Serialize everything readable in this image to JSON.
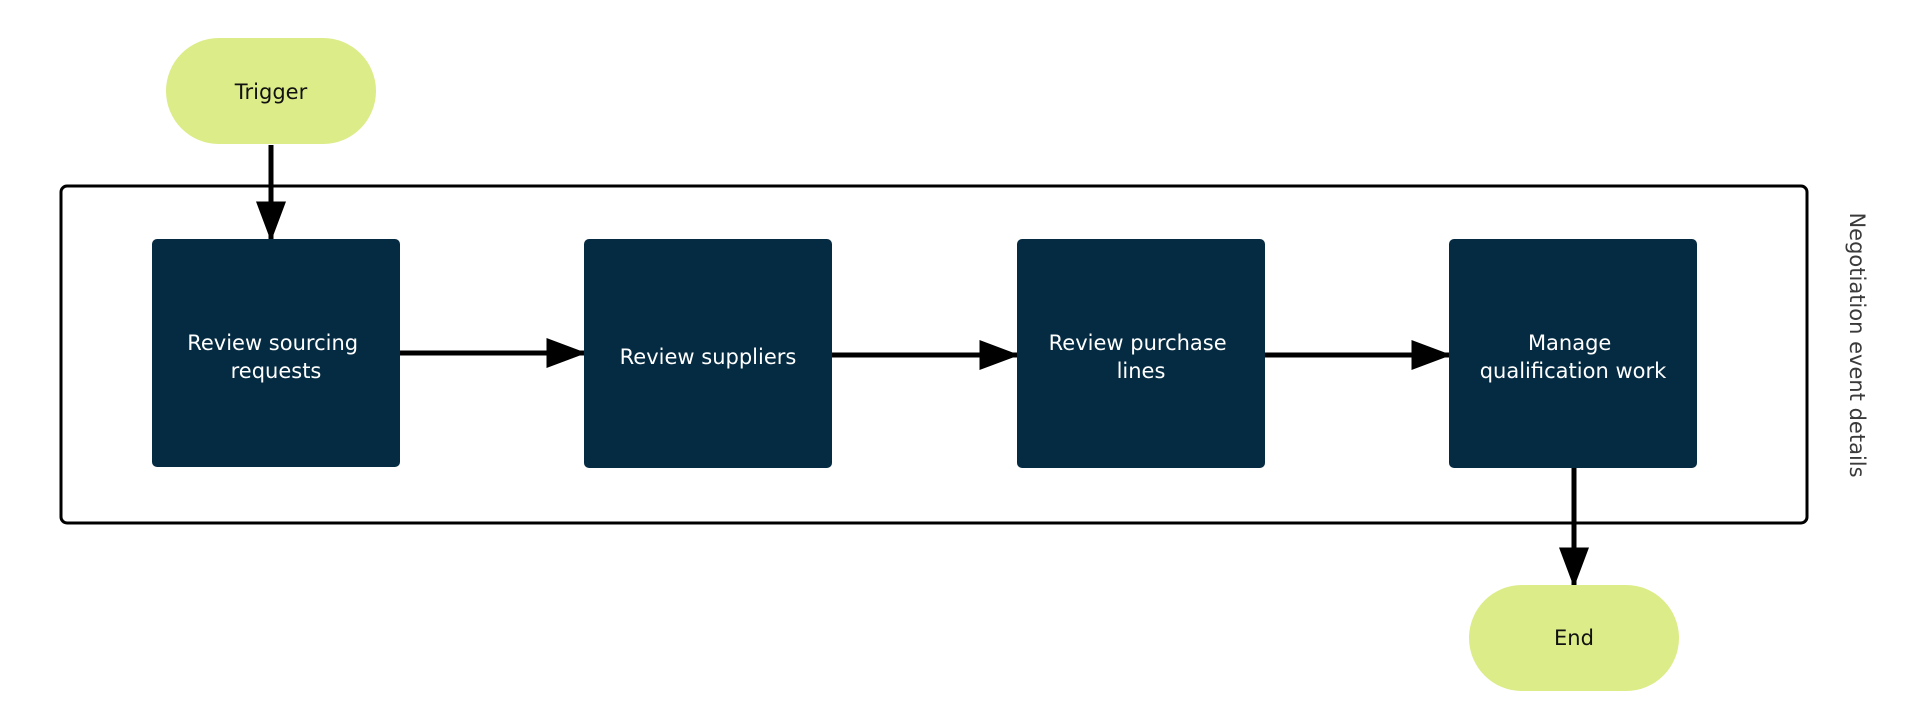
{
  "diagram": {
    "colors": {
      "terminal_fill": "#dcec88",
      "process_fill": "#052b42",
      "process_text": "#ffffff",
      "arrow": "#000000",
      "lane_border": "#000000",
      "lane_label": "#3a3a3a"
    },
    "swimlane": {
      "label": "Negotiation event details"
    },
    "terminals": {
      "start": {
        "label": "Trigger"
      },
      "end": {
        "label": "End"
      }
    },
    "steps": [
      {
        "lines": [
          "Review sourcing",
          "requests"
        ]
      },
      {
        "lines": [
          "Review suppliers"
        ]
      },
      {
        "lines": [
          "Review purchase",
          "lines"
        ]
      },
      {
        "lines": [
          "Manage",
          "qualification work"
        ]
      }
    ]
  }
}
